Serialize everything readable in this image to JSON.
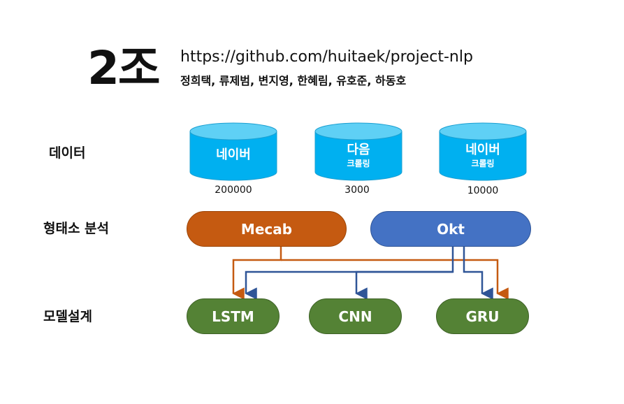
{
  "header": {
    "team": "2조",
    "url": "https://github.com/huitaek/project-nlp",
    "members": "정희택, 류제범, 변지영, 한혜림, 유호준, 하동호"
  },
  "rows": {
    "data": "데이터",
    "morph": "형태소 분석",
    "model": "모델설계"
  },
  "sources": [
    {
      "title": "네이버",
      "subtitle": "",
      "count": "200000"
    },
    {
      "title": "다음",
      "subtitle": "크롤링",
      "count": "3000"
    },
    {
      "title": "네이버",
      "subtitle": "크롤링",
      "count": "10000"
    }
  ],
  "analyzers": [
    {
      "label": "Mecab",
      "color": "#c55a11"
    },
    {
      "label": "Okt",
      "color": "#4472c4"
    }
  ],
  "models": [
    {
      "label": "LSTM",
      "color": "#548235"
    },
    {
      "label": "CNN",
      "color": "#548235"
    },
    {
      "label": "GRU",
      "color": "#548235"
    }
  ],
  "colors": {
    "cylinder_body": "#00b0f0",
    "cylinder_top": "#5fd0f5",
    "mecab_arrow": "#c55a11",
    "okt_arrow": "#2f5597"
  }
}
